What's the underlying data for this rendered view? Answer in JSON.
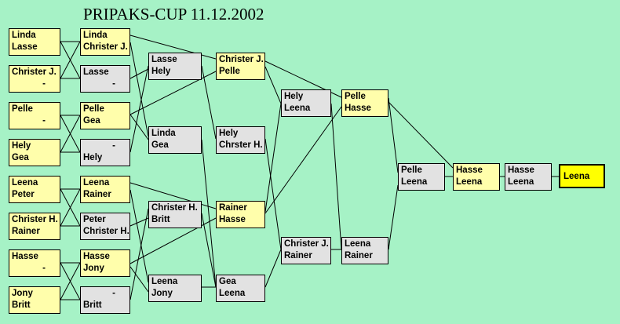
{
  "title": "PRIPAKS-CUP  11.12.2002",
  "matches": [
    {
      "id": "m1",
      "p1": "Linda",
      "p2": "Lasse",
      "state": "win"
    },
    {
      "id": "m2",
      "p1": "Christer J.",
      "p2": "-",
      "state": "win"
    },
    {
      "id": "m3",
      "p1": "Pelle",
      "p2": "-",
      "state": "win"
    },
    {
      "id": "m4",
      "p1": "Hely",
      "p2": "Gea",
      "state": "win"
    },
    {
      "id": "m5",
      "p1": "Leena",
      "p2": "Peter",
      "state": "win"
    },
    {
      "id": "m6",
      "p1": "Christer H.",
      "p2": "Rainer",
      "state": "win"
    },
    {
      "id": "m7",
      "p1": "Hasse",
      "p2": "-",
      "state": "win"
    },
    {
      "id": "m8",
      "p1": "Jony",
      "p2": "Britt",
      "state": "win"
    },
    {
      "id": "m9",
      "p1": "Linda",
      "p2": "Christer J.",
      "state": "win"
    },
    {
      "id": "m10",
      "p1": "Lasse",
      "p2": "-",
      "state": "lose"
    },
    {
      "id": "m11",
      "p1": "Pelle",
      "p2": "Gea",
      "state": "win"
    },
    {
      "id": "m12",
      "p1": "-",
      "p2": "Hely",
      "state": "lose"
    },
    {
      "id": "m13",
      "p1": "Leena",
      "p2": "Rainer",
      "state": "win"
    },
    {
      "id": "m14",
      "p1": "Peter",
      "p2": "Christer H.",
      "state": "lose"
    },
    {
      "id": "m15",
      "p1": "Hasse",
      "p2": "Jony",
      "state": "win"
    },
    {
      "id": "m16",
      "p1": "-",
      "p2": "Britt",
      "state": "lose"
    },
    {
      "id": "m17",
      "p1": "Lasse",
      "p2": "Hely",
      "state": "lose"
    },
    {
      "id": "m18",
      "p1": "Linda",
      "p2": "Gea",
      "state": "lose"
    },
    {
      "id": "m19",
      "p1": "Christer H.",
      "p2": "Britt",
      "state": "lose"
    },
    {
      "id": "m20",
      "p1": "Leena",
      "p2": "Jony",
      "state": "lose"
    },
    {
      "id": "m21",
      "p1": "Christer J.",
      "p2": "Pelle",
      "state": "win"
    },
    {
      "id": "m22",
      "p1": "Hely",
      "p2": "Chrster H.",
      "state": "lose"
    },
    {
      "id": "m23",
      "p1": "Rainer",
      "p2": "Hasse",
      "state": "win"
    },
    {
      "id": "m24",
      "p1": "Gea",
      "p2": "Leena",
      "state": "lose"
    },
    {
      "id": "m25",
      "p1": "Hely",
      "p2": "Leena",
      "state": "lose"
    },
    {
      "id": "m26",
      "p1": "Christer J.",
      "p2": "Rainer",
      "state": "lose"
    },
    {
      "id": "m27",
      "p1": "Pelle",
      "p2": "Hasse",
      "state": "win"
    },
    {
      "id": "m28",
      "p1": "Leena",
      "p2": "Rainer",
      "state": "lose"
    },
    {
      "id": "m29",
      "p1": "Pelle",
      "p2": "Leena",
      "state": "lose"
    },
    {
      "id": "m30",
      "p1": "Hasse",
      "p2": "Leena",
      "state": "win"
    },
    {
      "id": "m31",
      "p1": "Hasse",
      "p2": "Leena",
      "state": "lose"
    }
  ],
  "champion": "Leena"
}
